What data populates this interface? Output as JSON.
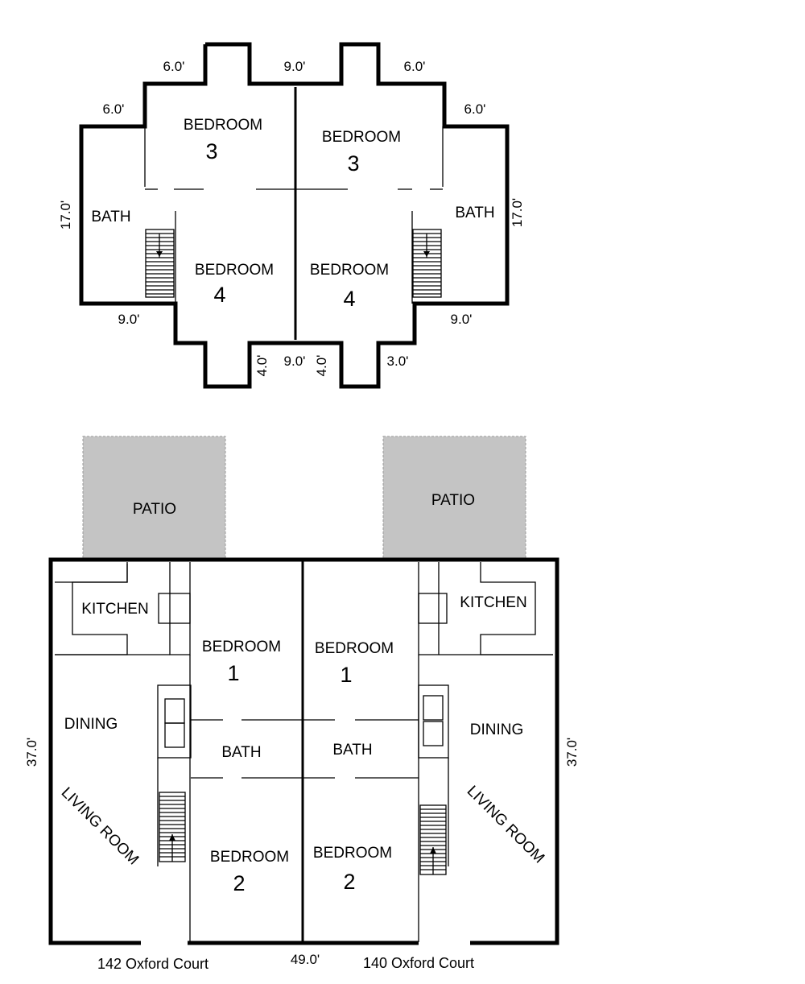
{
  "upper_floor": {
    "rooms": {
      "bedroom3_left": "BEDROOM",
      "bedroom3_left_num": "3",
      "bedroom3_right": "BEDROOM",
      "bedroom3_right_num": "3",
      "bedroom4_left": "BEDROOM",
      "bedroom4_left_num": "4",
      "bedroom4_right": "BEDROOM",
      "bedroom4_right_num": "4",
      "bath_left": "BATH",
      "bath_right": "BATH"
    },
    "dimensions": {
      "top_left_notch": "6.0'",
      "top_center": "9.0'",
      "top_right_notch": "6.0'",
      "left_step": "6.0'",
      "right_step": "6.0'",
      "left_height": "17.0'",
      "right_height": "17.0'",
      "bottom_left": "9.0'",
      "bottom_right": "9.0'",
      "bottom_center": "9.0'",
      "bump_left_depth": "4.0'",
      "bump_right_depth": "4.0'",
      "bump_right_width": "3.0'"
    }
  },
  "main_floor": {
    "patio_left": "PATIO",
    "patio_right": "PATIO",
    "rooms": {
      "kitchen_left": "KITCHEN",
      "kitchen_right": "KITCHEN",
      "bedroom1_left": "BEDROOM",
      "bedroom1_left_num": "1",
      "bedroom1_right": "BEDROOM",
      "bedroom1_right_num": "1",
      "dining_left": "DINING",
      "dining_right": "DINING",
      "bath_left": "BATH",
      "bath_right": "BATH",
      "living_left": "LIVING ROOM",
      "living_right": "LIVING ROOM",
      "bedroom2_left": "BEDROOM",
      "bedroom2_left_num": "2",
      "bedroom2_right": "BEDROOM",
      "bedroom2_right_num": "2"
    },
    "dimensions": {
      "left_depth": "37.0'",
      "right_depth": "37.0'",
      "total_width": "49.0'"
    },
    "addresses": {
      "left": "142 Oxford Court",
      "right": "140 Oxford Court"
    }
  }
}
